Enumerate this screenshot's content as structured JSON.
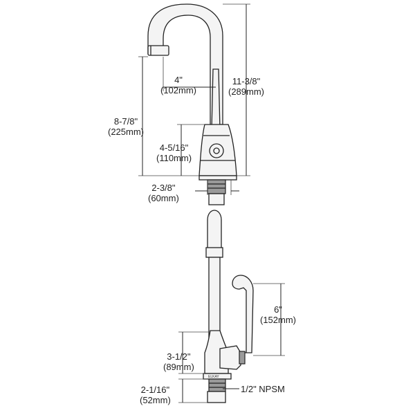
{
  "dimensions": {
    "spout_reach": {
      "inches": "4\"",
      "mm": "(102mm)"
    },
    "overall_height": {
      "inches": "11-3/8\"",
      "mm": "(289mm)"
    },
    "spout_height": {
      "inches": "8-7/8\"",
      "mm": "(225mm)"
    },
    "body_height": {
      "inches": "4-5/16\"",
      "mm": "(110mm)"
    },
    "base_width": {
      "inches": "2-3/8\"",
      "mm": "(60mm)"
    },
    "handle_length": {
      "inches": "6\"",
      "mm": "(152mm)"
    },
    "valve_height": {
      "inches": "3-1/2\"",
      "mm": "(89mm)"
    },
    "shank_length": {
      "inches": "2-1/16\"",
      "mm": "(52mm)"
    }
  },
  "callouts": {
    "thread": "1/2\" NPSM"
  }
}
